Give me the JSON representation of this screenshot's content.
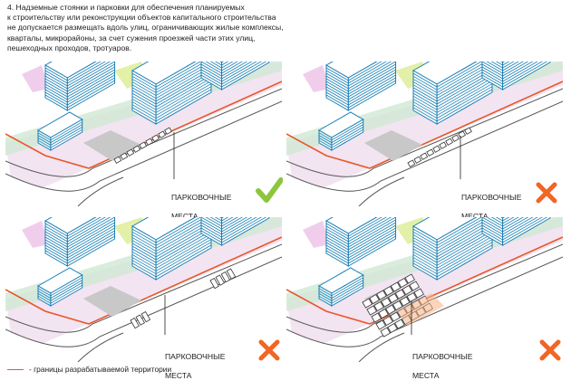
{
  "intro": {
    "line1": "4. Надземные стоянки и парковки для обеспечения планируемых",
    "line2": "к строительству или реконструкции объектов капитального строительства",
    "line3": "не допускается размещать вдоль улиц, ограничивающих жилые комплексы,",
    "line4": "кварталы, микрорайоны, за счет сужения проезжей части этих улиц,",
    "line5": "пешеходных проходов, тротуаров."
  },
  "panels": [
    {
      "label_line1": "ПАРКОВОЧНЫЕ",
      "label_line2": "МЕСТА",
      "verdict": "allowed",
      "mark_icon": "check-icon",
      "mark_color": "#8cc63f"
    },
    {
      "label_line1": "ПАРКОВОЧНЫЕ",
      "label_line2": "МЕСТА",
      "verdict": "not-allowed",
      "mark_icon": "cross-icon",
      "mark_color": "#f26522"
    },
    {
      "label_line1": "ПАРКОВОЧНЫЕ",
      "label_line2": "МЕСТА",
      "verdict": "not-allowed",
      "mark_icon": "cross-icon",
      "mark_color": "#f26522"
    },
    {
      "label_line1": "ПАРКОВОЧНЫЕ",
      "label_line2": "МЕСТА",
      "verdict": "not-allowed",
      "mark_icon": "cross-icon",
      "mark_color": "#f26522"
    }
  ],
  "legend": {
    "text": "- границы разрабатываемой территории",
    "line_color": "#e8572a"
  },
  "colors": {
    "building_stroke": "#1a7fb5",
    "boundary": "#e8572a",
    "green_strip": "#cfe8d4",
    "pink_strip": "#e7cde6",
    "parking_gray": "#c8c8c8"
  }
}
